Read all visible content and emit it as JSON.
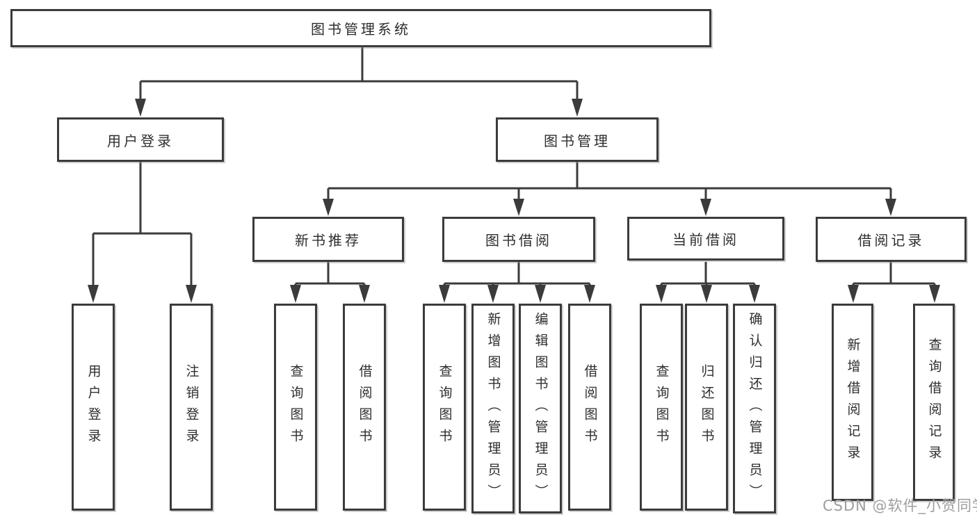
{
  "diagram": {
    "root": {
      "label": "图书管理系统"
    },
    "level2": [
      {
        "label": "用户登录"
      },
      {
        "label": "图书管理"
      }
    ],
    "level3": [
      {
        "label": "新书推荐"
      },
      {
        "label": "图书借阅"
      },
      {
        "label": "当前借阅"
      },
      {
        "label": "借阅记录"
      }
    ],
    "leaves": [
      {
        "label": "用户登录"
      },
      {
        "label": "注销登录"
      },
      {
        "label": "查询图书"
      },
      {
        "label": "借阅图书"
      },
      {
        "label": "查询图书"
      },
      {
        "label": "新增图书（管理员）"
      },
      {
        "label": "编辑图书（管理员）"
      },
      {
        "label": "借阅图书"
      },
      {
        "label": "查询图书"
      },
      {
        "label": "归还图书"
      },
      {
        "label": "确认归还（管理员）"
      },
      {
        "label": "新增借阅记录"
      },
      {
        "label": "查询借阅记录"
      }
    ]
  },
  "watermark": {
    "text": "CSDN @软件_小贺同学"
  },
  "colors": {
    "line": "#3b3b3b",
    "text": "#2e2e2e",
    "background": "#ffffff",
    "watermark": "#9e9e9e"
  }
}
